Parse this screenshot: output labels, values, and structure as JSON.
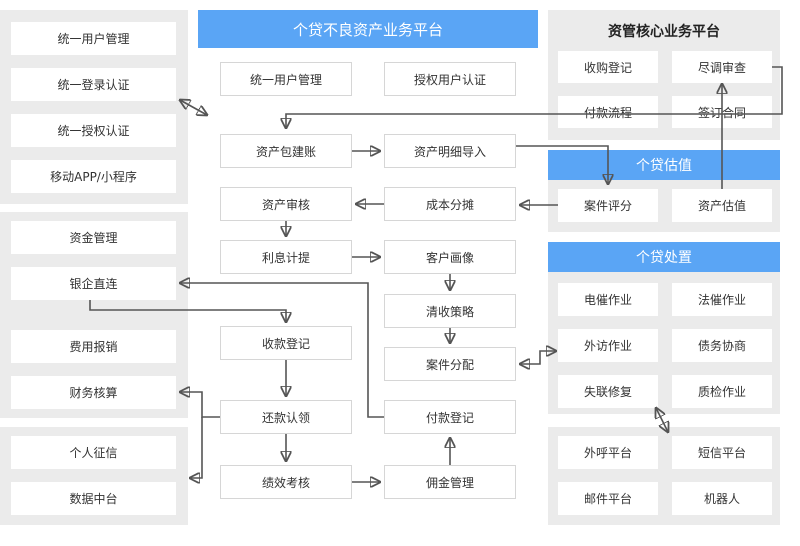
{
  "center": {
    "title": "个贷不良资产业务平台",
    "items": {
      "user_mgmt": "统一用户管理",
      "auth_user": "授权用户认证",
      "pack": "资产包建账",
      "import": "资产明细导入",
      "audit": "资产审核",
      "cost": "成本分摊",
      "interest": "利息计提",
      "profile": "客户画像",
      "strategy": "清收策略",
      "dispatch": "案件分配",
      "receipt": "收款登记",
      "pay": "付款登记",
      "repay": "还款认领",
      "perf": "绩效考核",
      "commission": "佣金管理"
    }
  },
  "left": {
    "group1": [
      "统一用户管理",
      "统一登录认证",
      "统一授权认证",
      "移动APP/小程序"
    ],
    "group2": [
      "资金管理",
      "银企直连",
      "费用报销",
      "财务核算"
    ],
    "group3": [
      "个人征信",
      "数据中台"
    ]
  },
  "right": {
    "core": {
      "title": "资管核心业务平台",
      "items": [
        "收购登记",
        "尽调审查",
        "付款流程",
        "签订合同"
      ]
    },
    "valuation": {
      "title": "个贷估值",
      "items": [
        "案件评分",
        "资产估值"
      ]
    },
    "disposal": {
      "title": "个贷处置",
      "items": [
        "电催作业",
        "法催作业",
        "外访作业",
        "债务协商",
        "失联修复",
        "质检作业"
      ]
    },
    "channels": {
      "items": [
        "外呼平台",
        "短信平台",
        "邮件平台",
        "机器人"
      ]
    }
  },
  "colors": {
    "accent": "#5aa5f5",
    "panel": "#ebebeb",
    "line": "#555555",
    "box_border": "#d6d6d6"
  }
}
